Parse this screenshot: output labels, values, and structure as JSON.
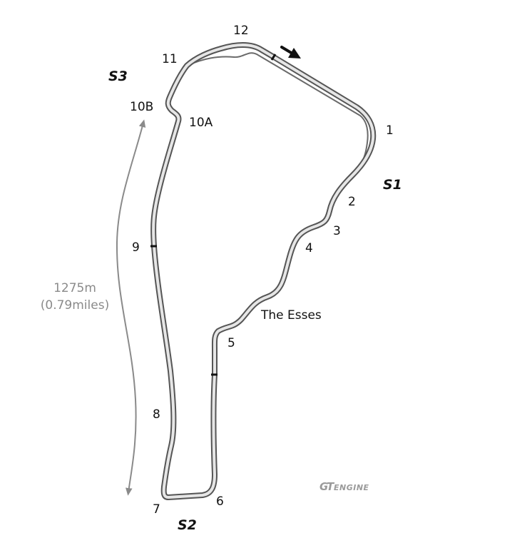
{
  "turns": {
    "t1": "1",
    "t2": "2",
    "t3": "3",
    "t4": "4",
    "t5": "5",
    "t6": "6",
    "t7": "7",
    "t8": "8",
    "t9": "9",
    "t10a": "10A",
    "t10b": "10B",
    "t11": "11",
    "t12": "12"
  },
  "sections": {
    "esses": "The Esses"
  },
  "sectors": {
    "s1": "S1",
    "s2": "S2",
    "s3": "S3"
  },
  "distance": {
    "meters": "1275m",
    "miles": "(0.79miles)"
  },
  "logo": {
    "g": "G",
    "t": "T",
    "text": "ENGINE"
  },
  "colors": {
    "track_outline": "#555555",
    "track_surface": "#e6e6e6",
    "pitlane": "#6a6a6a",
    "distance_arrow": "#8a8a8a",
    "text": "#111111"
  },
  "icons": {
    "direction": "direction-arrow-icon",
    "logo": "gt-engine-logo"
  }
}
